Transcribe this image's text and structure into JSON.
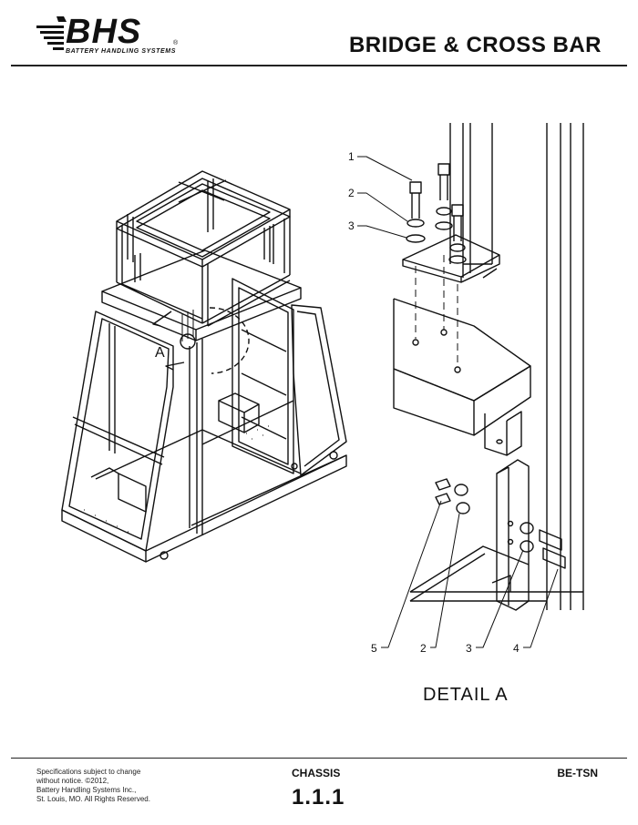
{
  "header": {
    "logo_text": "BHS",
    "logo_registered": "®",
    "logo_subtitle": "BATTERY HANDLING SYSTEMS",
    "title": "BRIDGE & CROSS BAR"
  },
  "drawing": {
    "detail_marker": "A",
    "callouts_top": [
      "1",
      "2",
      "3"
    ],
    "callouts_bottom": [
      "5",
      "2",
      "3",
      "4"
    ],
    "detail_label": "DETAIL  A"
  },
  "footer": {
    "spec_lines": [
      "Specifications subject to change",
      "without notice. ©2012,",
      "Battery Handling Systems Inc.,",
      "St. Louis, MO. All Rights Reserved."
    ],
    "section": "CHASSIS",
    "number": "1.1.1",
    "model": "BE-TSN"
  }
}
